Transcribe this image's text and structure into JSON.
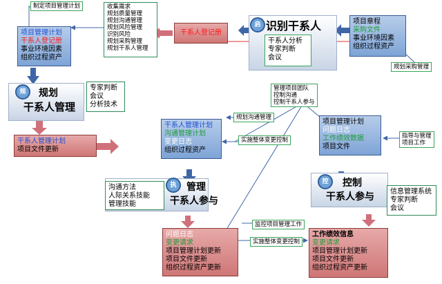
{
  "notes": {
    "top_plan": "制定项目管理计划",
    "procure_mgmt": "规划采购管理",
    "comm_mgmt": "规划沟通管理",
    "integrate_change": "实施整体变更控制",
    "guide_manage": [
      "指导与管理",
      "项目工作"
    ],
    "monitor_work": "监控项目管理工作",
    "integrate_change2": "实施整体变更控制",
    "control_team": [
      "管理项目团队",
      "控制沟通",
      "控制干系人参与"
    ]
  },
  "top_list": [
    "收集需求",
    "规划质量管理",
    "规划沟通管理",
    "规划风险管理",
    "识别风险",
    "规划采购管理",
    "规划干系人管理"
  ],
  "box_plan_top": {
    "lines": [
      {
        "text": "项目管理计划",
        "color": "blue"
      },
      {
        "text": "干系人登记册",
        "color": "red"
      },
      {
        "text": "事业环境因素",
        "color": "black"
      },
      {
        "text": "组织过程资产",
        "color": "black"
      }
    ]
  },
  "register": "干系人登记册",
  "identify": {
    "badge": "启",
    "title": "识别干系人",
    "tools": [
      "干系人分析",
      "专家判断",
      "会议"
    ]
  },
  "identify_inputs": {
    "lines": [
      {
        "text": "项目章程",
        "color": "black"
      },
      {
        "text": "采购文件",
        "color": "green"
      },
      {
        "text": "事业环境因素",
        "color": "black"
      },
      {
        "text": "组织过程资产",
        "color": "black"
      }
    ]
  },
  "plan_process": {
    "badge": "规",
    "title1": "规划",
    "title2": "干系人管理",
    "tools": [
      "专家判断",
      "会议",
      "分析技术"
    ]
  },
  "plan_output": {
    "lines": [
      {
        "text": "干系人管理计划",
        "color": "blue"
      },
      {
        "text": "项目文件更新",
        "color": "black"
      }
    ]
  },
  "manage_inputs": {
    "lines": [
      {
        "text": "干系人管理计划",
        "color": "blue"
      },
      {
        "text": "沟通管理计划",
        "color": "green"
      },
      {
        "text": "变更日志",
        "color": "white"
      },
      {
        "text": "组织过程资产",
        "color": "black"
      }
    ]
  },
  "manage_process": {
    "badge": "执",
    "title1": "管理",
    "title2": "干系人参与",
    "tools": [
      "沟通方法",
      "人际关系技能",
      "管理技能"
    ]
  },
  "manage_output": {
    "lines": [
      {
        "text": "问题日志",
        "color": "white"
      },
      {
        "text": "变更请求",
        "color": "green"
      },
      {
        "text": "项目管理计划更新",
        "color": "black"
      },
      {
        "text": "项目文件更新",
        "color": "black"
      },
      {
        "text": "组织过程资产更新",
        "color": "black"
      }
    ]
  },
  "control_inputs": {
    "lines": [
      {
        "text": "项目管理计划",
        "color": "black"
      },
      {
        "text": "问题日志",
        "color": "white"
      },
      {
        "text": "工作绩效数据",
        "color": "green"
      },
      {
        "text": "项目文件",
        "color": "black"
      }
    ]
  },
  "control_process": {
    "badge": "控",
    "title1": "控制",
    "title2": "干系人参与",
    "tools": [
      "信息管理系统",
      "专家判断",
      "会议"
    ]
  },
  "control_output": {
    "title": "工作绩效信息",
    "lines": [
      {
        "text": "变更请求",
        "color": "green"
      },
      {
        "text": "项目管理计划更新",
        "color": "black"
      },
      {
        "text": "项目文件更新",
        "color": "black"
      },
      {
        "text": "组织过程资产更新",
        "color": "black"
      }
    ]
  },
  "colors": {
    "blue_box": "#8fb0dc",
    "red_box": "#d98a8a",
    "arrow_blue": "#3f67a8",
    "arrow_red": "#d0707a",
    "note_border": "#3aa35a"
  }
}
